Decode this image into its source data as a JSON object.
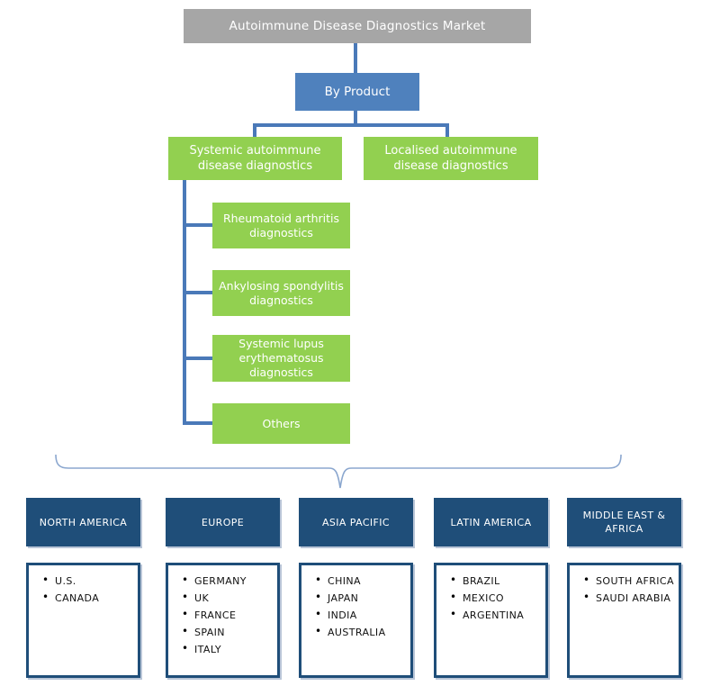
{
  "diagram": {
    "title": "Autoimmune Disease Diagnostics Market",
    "segment_label": "By Product",
    "product_segments": [
      {
        "label": "Systemic autoimmune disease diagnostics"
      },
      {
        "label": "Localised autoimmune disease diagnostics"
      }
    ],
    "systemic_subtypes": [
      "Rheumatoid arthritis diagnostics",
      "Ankylosing spondylitis diagnostics",
      "Systemic lupus erythematosus diagnostics",
      "Others"
    ],
    "regions": [
      {
        "name": "NORTH AMERICA",
        "countries": [
          "U.S.",
          "CANADA"
        ]
      },
      {
        "name": "EUROPE",
        "countries": [
          "GERMANY",
          "UK",
          "FRANCE",
          "SPAIN",
          "ITALY"
        ]
      },
      {
        "name": "ASIA PACIFIC",
        "countries": [
          "CHINA",
          "JAPAN",
          "INDIA",
          "AUSTRALIA"
        ]
      },
      {
        "name": "LATIN AMERICA",
        "countries": [
          "BRAZIL",
          "MEXICO",
          "ARGENTINA"
        ]
      },
      {
        "name": "MIDDLE EAST & AFRICA",
        "countries": [
          "SOUTH AFRICA",
          "SAUDI ARABIA"
        ]
      }
    ],
    "colors": {
      "title_bg": "#a6a6a6",
      "product_bg": "#4f81bd",
      "segment_bg": "#92d050",
      "region_bg": "#1f4e79",
      "connector": "#4a79b8",
      "brace": "#8ba7cf",
      "text_on_fill": "#ffffff",
      "list_text": "#111111"
    }
  }
}
